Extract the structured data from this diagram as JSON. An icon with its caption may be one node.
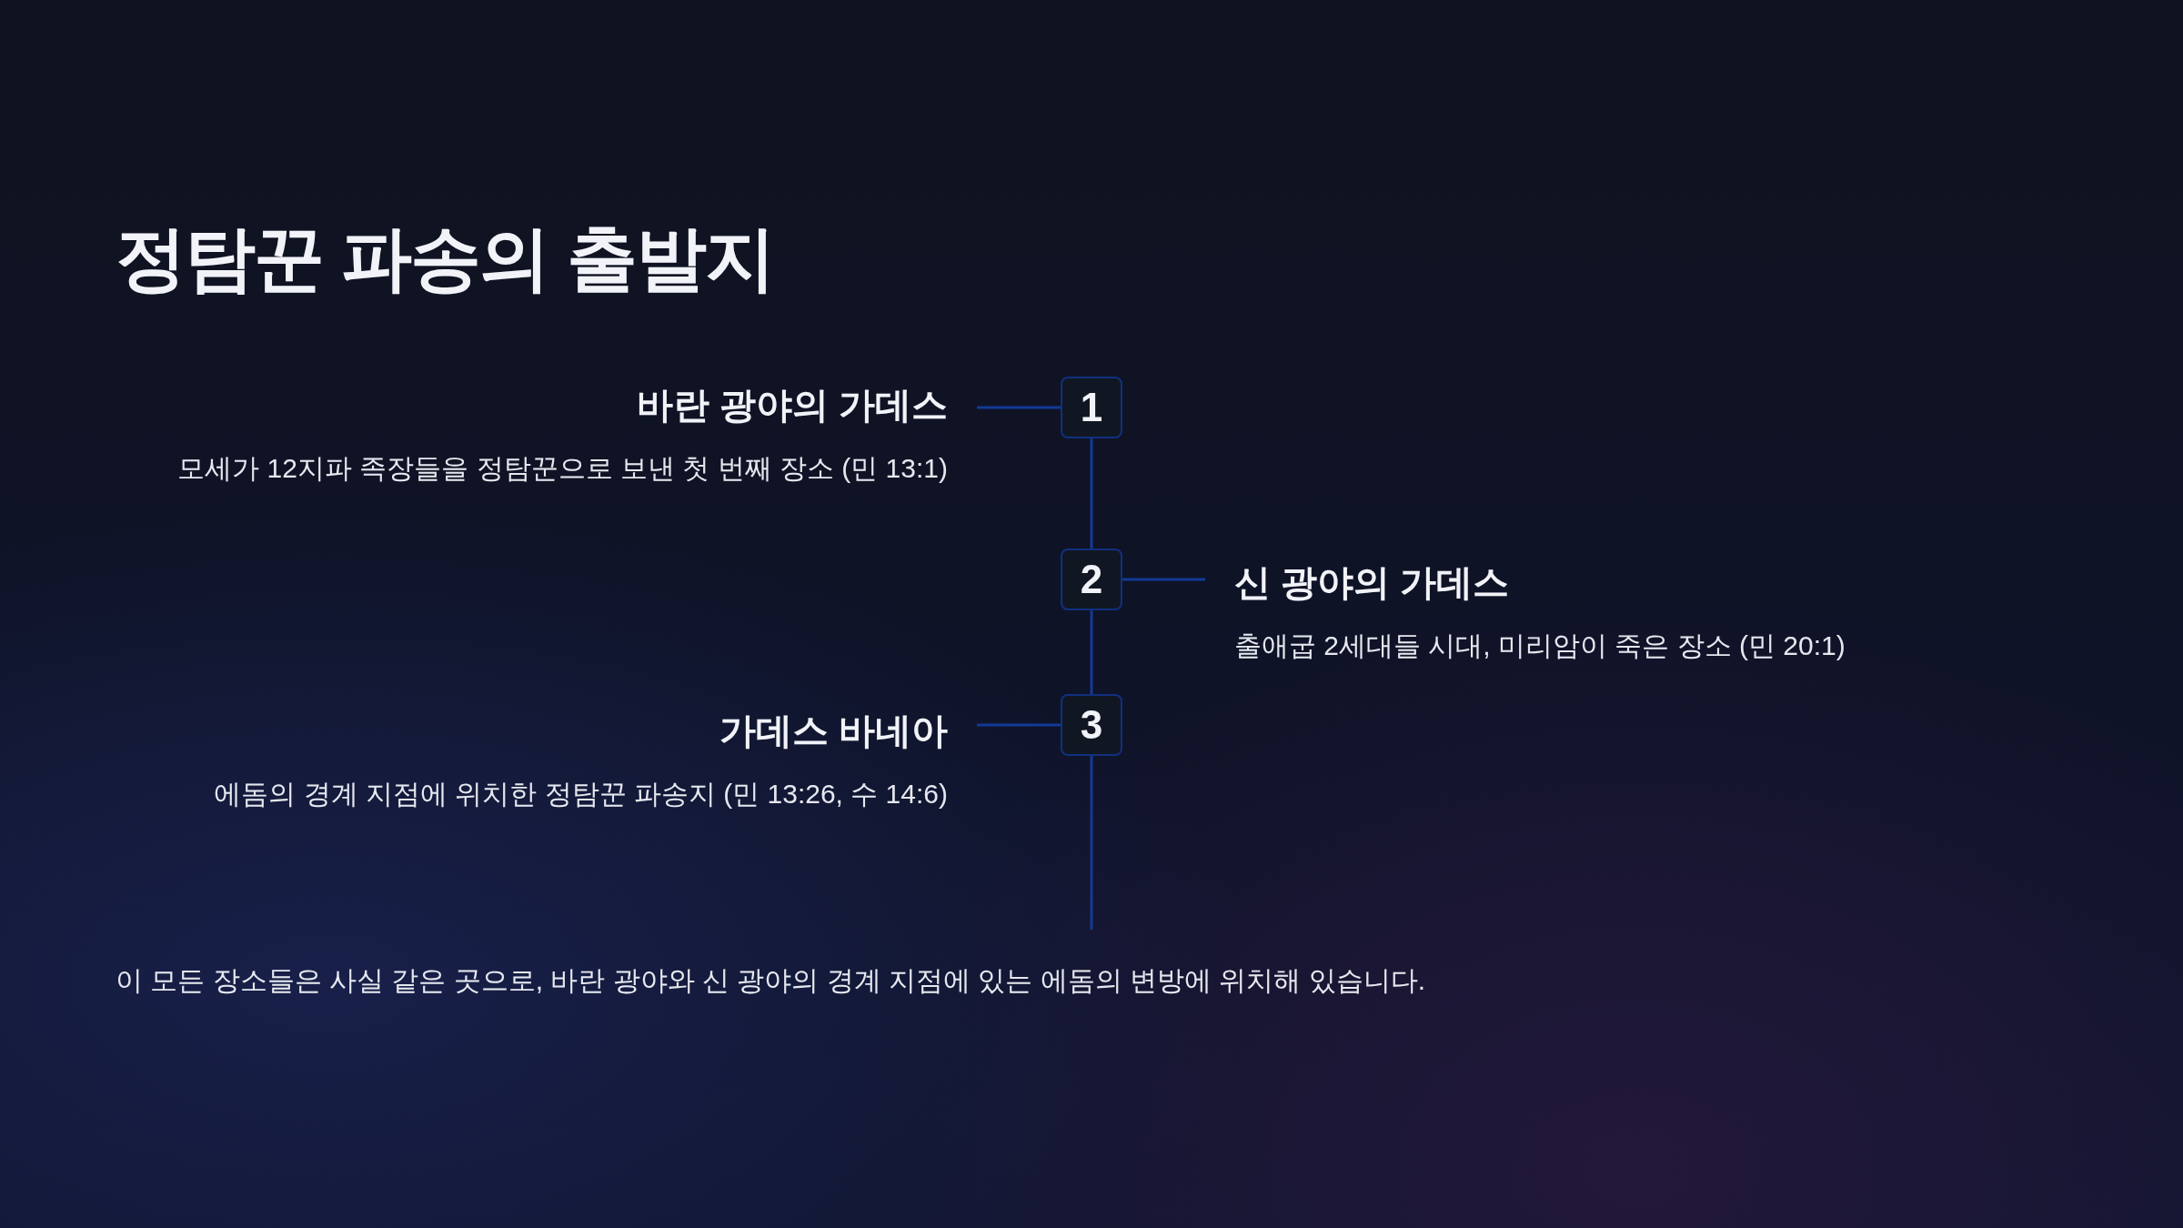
{
  "diagram": {
    "title": "정탐꾼 파송의 출발지",
    "nodes": [
      {
        "text": [
          "바란 광야의 가데스",
          "모세가 12지파 족장들을 정탐꾼으로 보낸 첫 번째 장소 (민 13:1)"
        ]
      },
      {
        "text": [
          "1"
        ]
      },
      {
        "text": [
          "2"
        ]
      },
      {
        "text": [
          "신 광야의 가데스",
          "출애굽 2세대들 시대, 미리암이 죽은 장소 (민 20:1)"
        ]
      },
      {
        "text": [
          "가데스 바네아",
          "에돔의 경계 지점에 위치한 정탐꾼 파송지 (민 13:26, 수 14:6)"
        ]
      },
      {
        "text": [
          "3"
        ]
      }
    ],
    "edges": [
      {
        "from": 0,
        "to": 1,
        "arrow": "none"
      },
      {
        "from": 1,
        "to": 2,
        "arrow": "none"
      },
      {
        "from": 2,
        "to": 3,
        "arrow": "none"
      },
      {
        "from": 4,
        "to": 5,
        "arrow": "none"
      },
      {
        "from": 2,
        "to": 5,
        "arrow": "none"
      },
      {
        "from": 5,
        "to": null,
        "arrow": "none"
      }
    ],
    "labels": [
      "이 모든 장소들은 사실 같은 곳으로, 바란 광야와 신 광야의 경계 지점에 있는 에돔의 변방에 위치해 있습니다."
    ]
  }
}
